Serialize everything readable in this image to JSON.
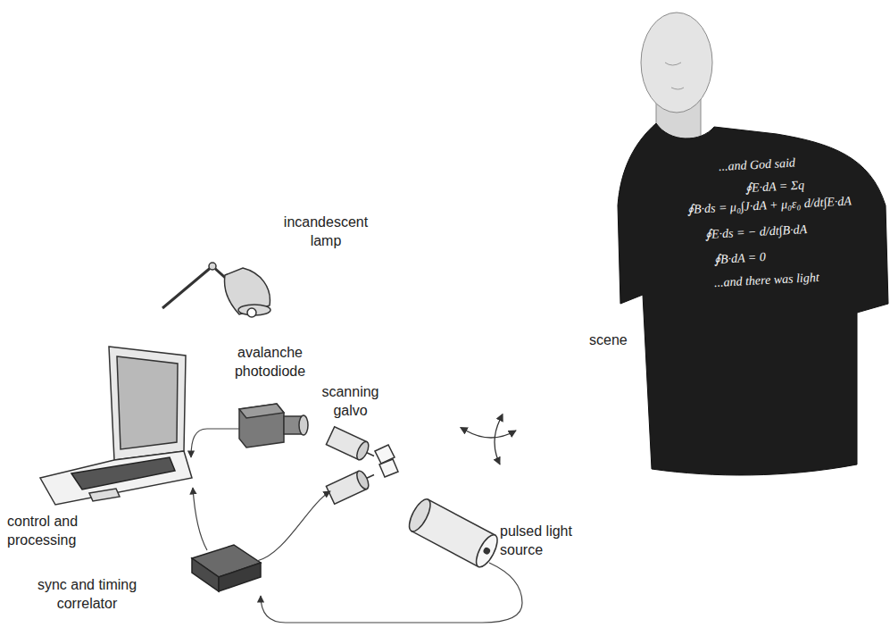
{
  "diagram": {
    "labels": [
      "incandescent lamp",
      "scene",
      "avalanche photodiode",
      "scanning galvo",
      "control and processing",
      "pulsed light source",
      "sync and timing correlator",
      "...and God said",
      "∮E·dA = Σq",
      "∮B·ds = μ₀∫J·dA + μ₀ε₀ d/dt∫E·dA",
      "∮E·ds = − d/dt∫B·dA",
      "∮B·dA = 0",
      "...and there was light"
    ]
  }
}
